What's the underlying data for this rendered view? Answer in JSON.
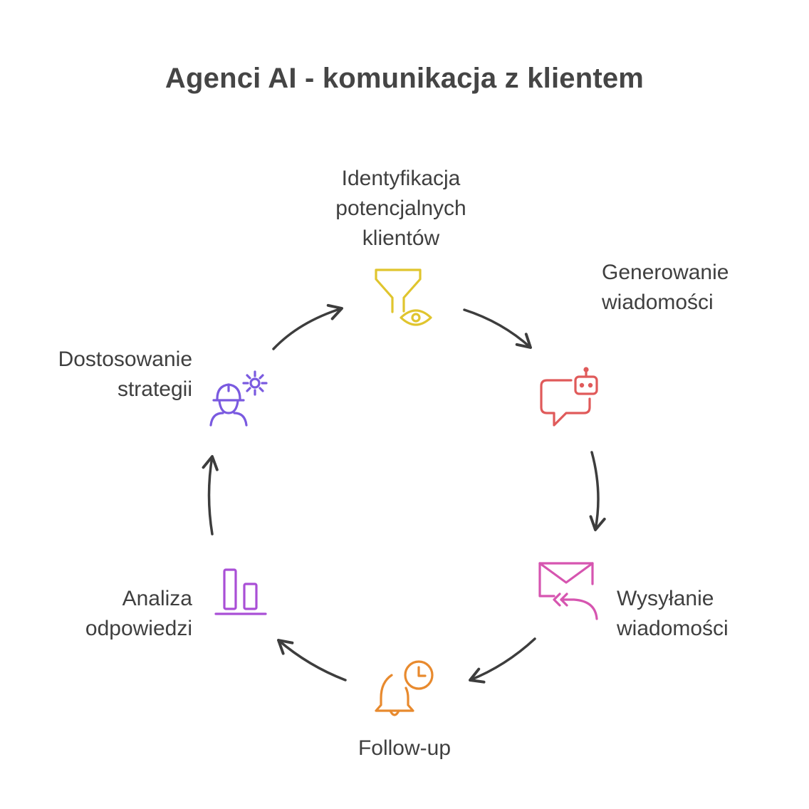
{
  "title": "Agenci AI - komunikacja z klientem",
  "steps": [
    {
      "id": "identyfikacja",
      "lines": [
        "Identyfikacja",
        "potencjalnych",
        "klientów"
      ],
      "icon": "funnel-eye-icon",
      "color": "#e0c52e"
    },
    {
      "id": "generowanie",
      "lines": [
        "Generowanie",
        "wiadomości"
      ],
      "icon": "chat-bot-icon",
      "color": "#e05a5a"
    },
    {
      "id": "wysylanie",
      "lines": [
        "Wysyłanie",
        "wiadomości"
      ],
      "icon": "mail-reply-icon",
      "color": "#d655b0"
    },
    {
      "id": "follow-up",
      "lines": [
        "Follow-up"
      ],
      "icon": "bell-clock-icon",
      "color": "#e88a2e"
    },
    {
      "id": "analiza",
      "lines": [
        "Analiza",
        "odpowiedzi"
      ],
      "icon": "bar-chart-icon",
      "color": "#a94fd6"
    },
    {
      "id": "dostosowanie",
      "lines": [
        "Dostosowanie",
        "strategii"
      ],
      "icon": "worker-gear-icon",
      "color": "#7a5ae0"
    }
  ],
  "arrow_color": "#3d3d3d"
}
